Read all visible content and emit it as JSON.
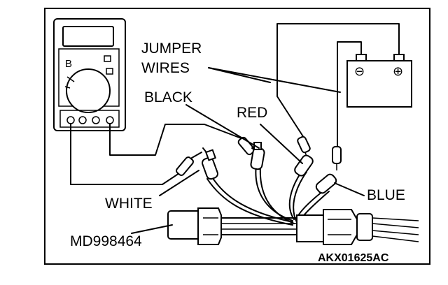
{
  "figure": {
    "labels": {
      "jumper_wires_line1": "JUMPER",
      "jumper_wires_line2": "WIRES",
      "black": "BLACK",
      "red": "RED",
      "blue": "BLUE",
      "white": "WHITE",
      "connector_part": "MD998464",
      "figure_code": "AKX01625AC"
    },
    "meter": {
      "range_letter": "B"
    },
    "battery": {
      "negative_symbol": "⊖",
      "positive_symbol": "⊕"
    }
  }
}
